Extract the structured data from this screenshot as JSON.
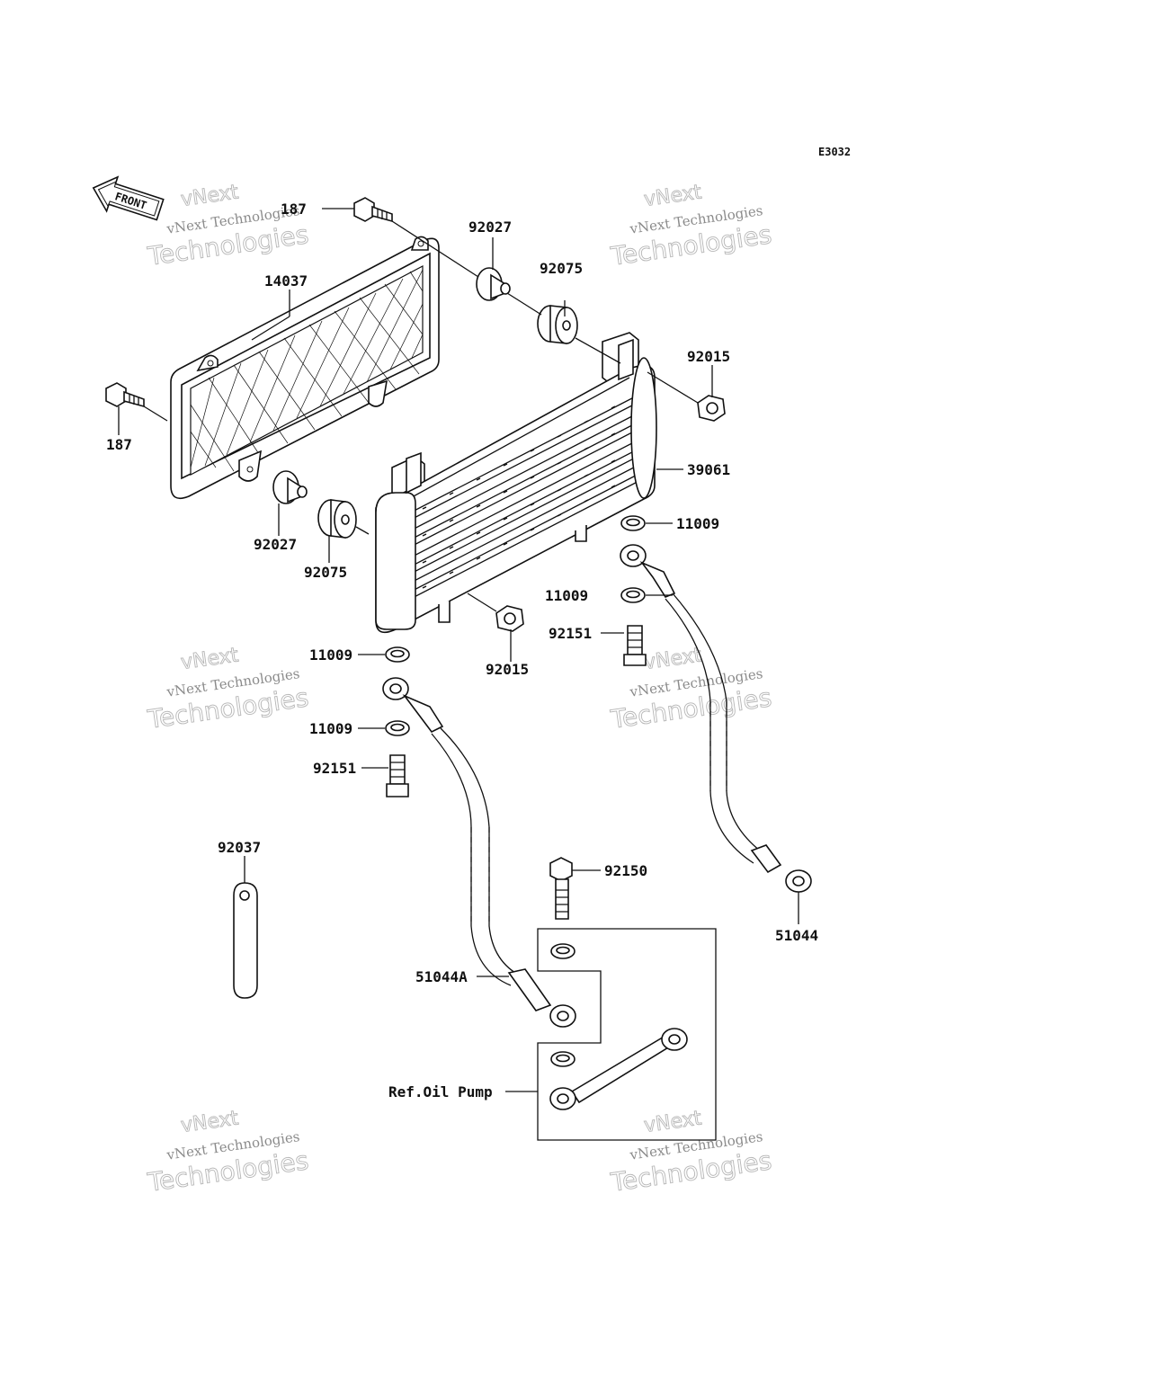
{
  "diagram": {
    "code": "E3032",
    "front_label": "FRONT",
    "watermark": {
      "line1": "vNext",
      "line2": "vNext Technologies",
      "line3": "Technologies"
    },
    "parts": {
      "p187_top": "187",
      "p187_left": "187",
      "p14037": "14037",
      "p92027_top": "92027",
      "p92075_top": "92075",
      "p92015_top": "92015",
      "p39061": "39061",
      "p11009_a": "11009",
      "p92027_bot": "92027",
      "p92075_bot": "92075",
      "p11009_b": "11009",
      "p92151_right": "92151",
      "p92015_bot": "92015",
      "p11009_c": "11009",
      "p11009_d": "11009",
      "p92151_left": "92151",
      "p92037": "92037",
      "p92150": "92150",
      "p51044": "51044",
      "p51044A": "51044A",
      "ref_oil_pump": "Ref.Oil Pump"
    }
  }
}
